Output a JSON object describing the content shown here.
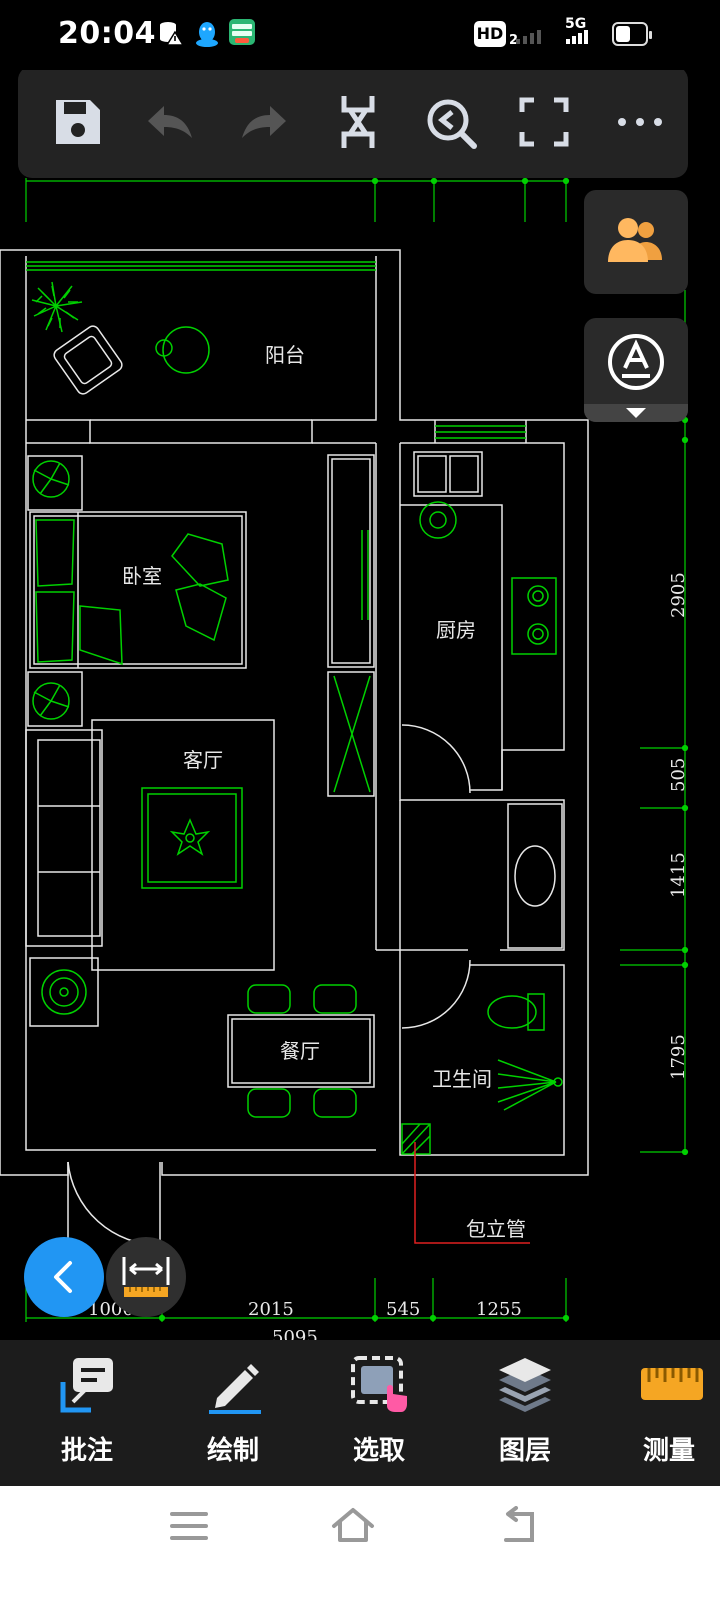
{
  "status_bar": {
    "time": "20:04",
    "hd_label": "HD",
    "hd_sub": "2",
    "network_label": "5G",
    "icons": [
      "data-saver-warning-icon",
      "qq-icon",
      "app-badge-icon",
      "signal-bars-icon",
      "battery-icon"
    ]
  },
  "toolbar": {
    "buttons": [
      "save-icon",
      "undo-icon",
      "redo-icon",
      "snap-icon",
      "zoom-extents-icon",
      "fullscreen-icon",
      "more-icon"
    ]
  },
  "floating": {
    "collab_icon": "users-icon",
    "text_style_icon": "text-style-icon"
  },
  "drawing": {
    "rooms": [
      "阳台",
      "卧室",
      "客厅",
      "餐厅",
      "厨房",
      "卫生间"
    ],
    "annotation": "包立管",
    "dims_right": [
      "2905",
      "505",
      "1415",
      "1795"
    ],
    "dims_bottom": [
      "1000",
      "2015",
      "545",
      "1255"
    ],
    "dim_total": "5095"
  },
  "bottom_bar": {
    "items": [
      {
        "label": "批注",
        "icon": "annotate-icon"
      },
      {
        "label": "绘制",
        "icon": "pencil-icon"
      },
      {
        "label": "选取",
        "icon": "select-icon"
      },
      {
        "label": "图层",
        "icon": "layers-icon"
      },
      {
        "label": "测量",
        "icon": "ruler-icon"
      }
    ]
  },
  "nav": {
    "icons": [
      "menu-icon",
      "home-icon",
      "back-icon"
    ]
  },
  "colors": {
    "accent_blue": "#2196f3",
    "cad_green": "#00d000",
    "cad_white": "#e8e8e8",
    "cad_red": "#e02020",
    "ruler_orange": "#f5a623"
  }
}
